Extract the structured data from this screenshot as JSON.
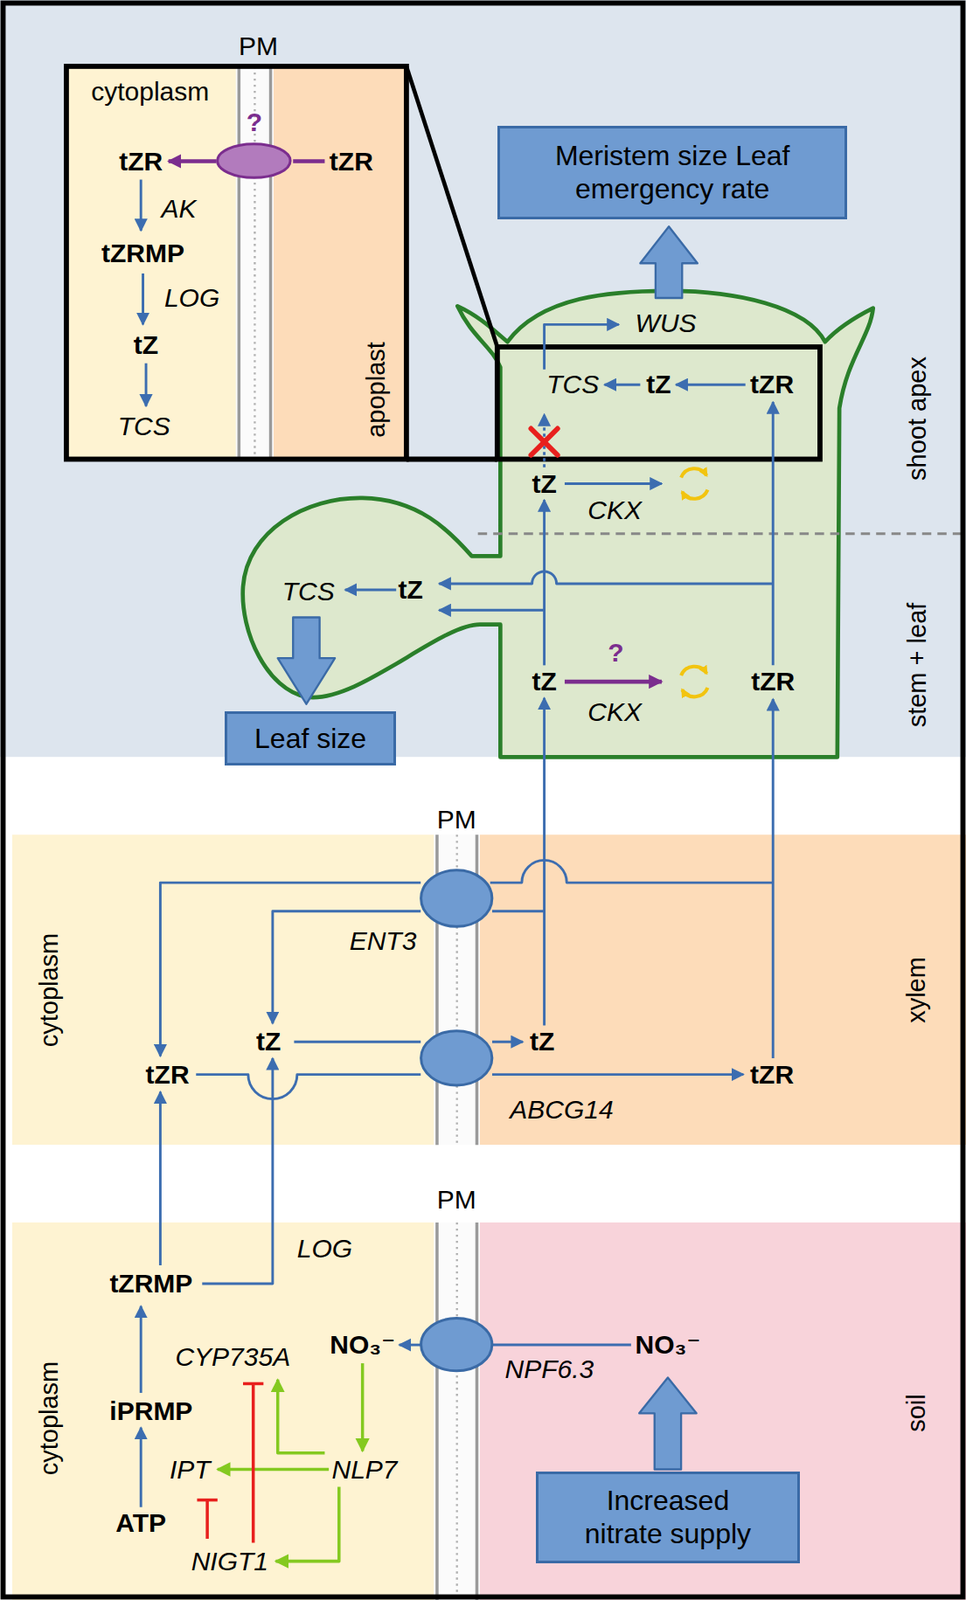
{
  "diagram": {
    "nodes": [
      {
        "text": [
          "?"
        ]
      },
      {
        "text": [
          "Meristem size Leaf emergency rate"
        ]
      },
      {
        "text": [
          "Leaf size"
        ]
      },
      {
        "text": [
          "ENT3"
        ]
      },
      {
        "text": [
          "ABCG14"
        ]
      },
      {
        "text": [
          "NPF6.3"
        ]
      },
      {
        "text": [
          "Increased nitrate supply"
        ]
      }
    ],
    "labels": [
      "PM",
      "cytoplasm",
      "tZR",
      "tZR",
      "AK",
      "tZRMP",
      "LOG",
      "tZ",
      "TCS",
      "apoplast",
      "WUS",
      "TCS",
      "tZ",
      "tZR",
      "shoot apex",
      "tZ",
      "CKX",
      "TCS",
      "tZ",
      "?",
      "stem + leaf",
      "tZ",
      "CKX",
      "tZR",
      "PM",
      "cytoplasm",
      "xylem",
      "tZ",
      "tZ",
      "tZR",
      "tZR",
      "PM",
      "LOG",
      "tZRMP",
      "NO₃⁻",
      "NO₃⁻",
      "CYP735A",
      "cytoplasm",
      "soil",
      "iPRMP",
      "IPT",
      "NLP7",
      "ATP",
      "NIGT1"
    ]
  }
}
